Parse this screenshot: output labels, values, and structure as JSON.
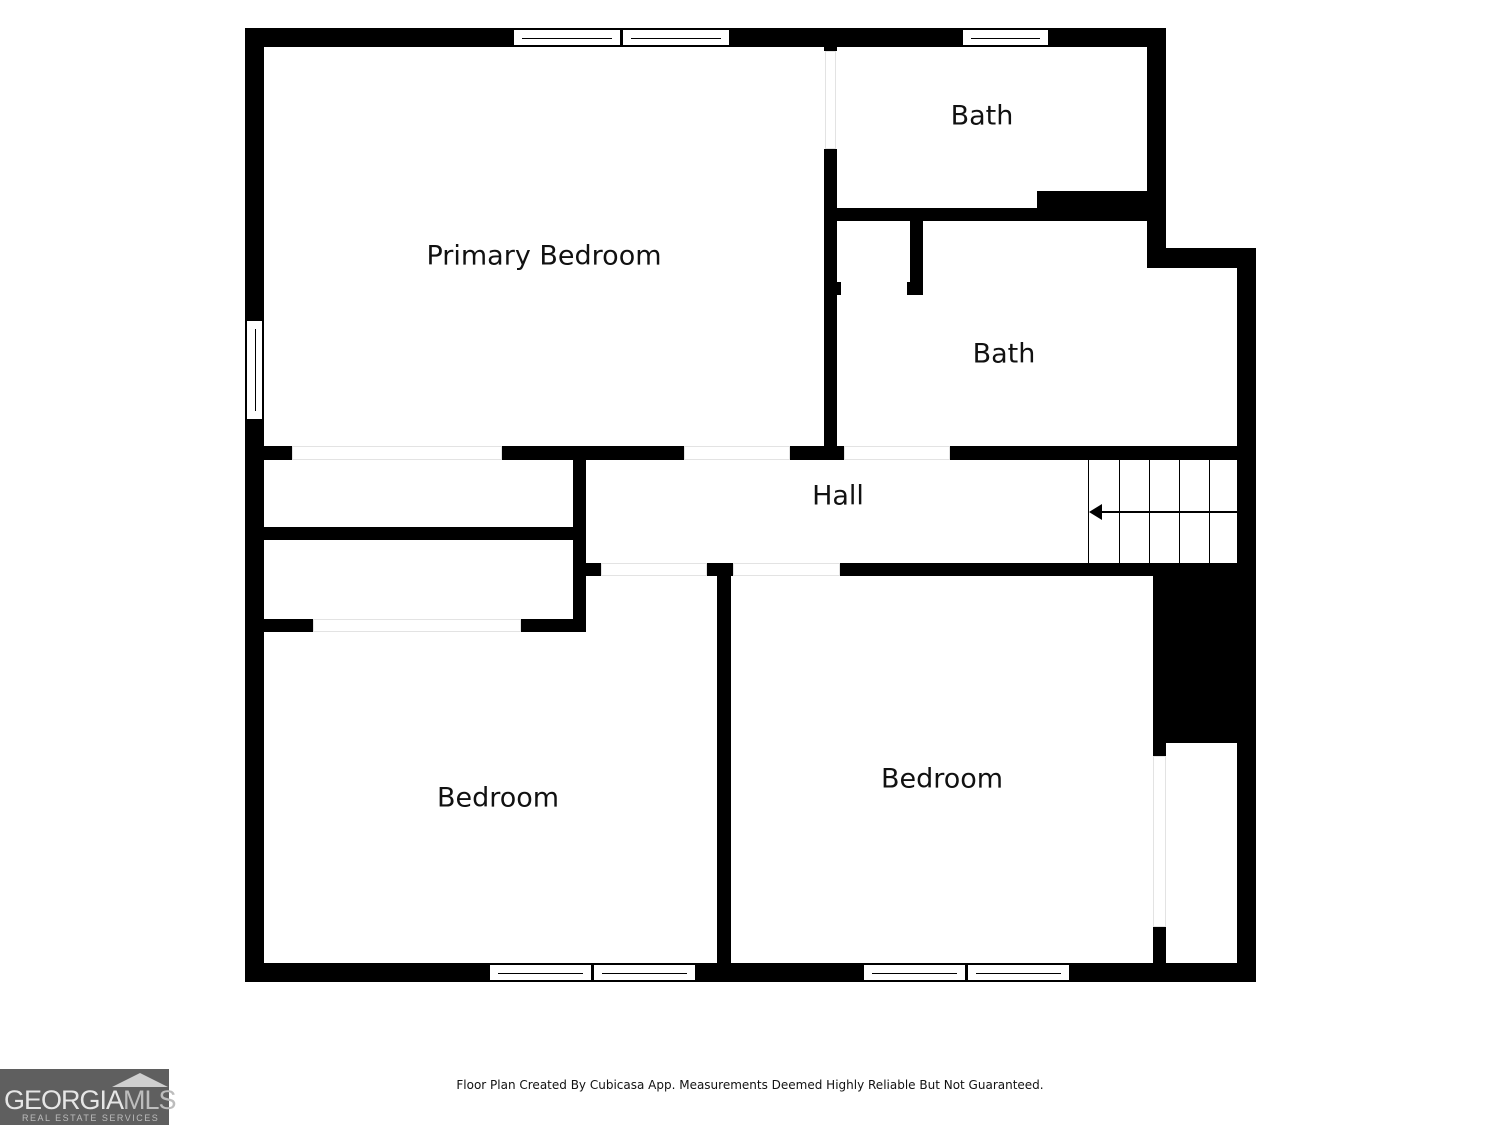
{
  "floor_plan": {
    "rooms": [
      {
        "id": "primary-bedroom",
        "label": "Primary Bedroom"
      },
      {
        "id": "bath-top",
        "label": "Bath"
      },
      {
        "id": "bath-middle",
        "label": "Bath"
      },
      {
        "id": "hall",
        "label": "Hall"
      },
      {
        "id": "bedroom-left",
        "label": "Bedroom"
      },
      {
        "id": "bedroom-right",
        "label": "Bedroom"
      }
    ],
    "colors": {
      "wall": "#000000",
      "background": "#ffffff",
      "logo_bg": "#5f5f5f"
    }
  },
  "footer": {
    "disclaimer": "Floor Plan Created By Cubicasa App. Measurements Deemed Highly Reliable But Not Guaranteed."
  },
  "logo": {
    "name_part1": "GEORGIA",
    "name_part2": "MLS",
    "tagline": "REAL ESTATE SERVICES"
  }
}
